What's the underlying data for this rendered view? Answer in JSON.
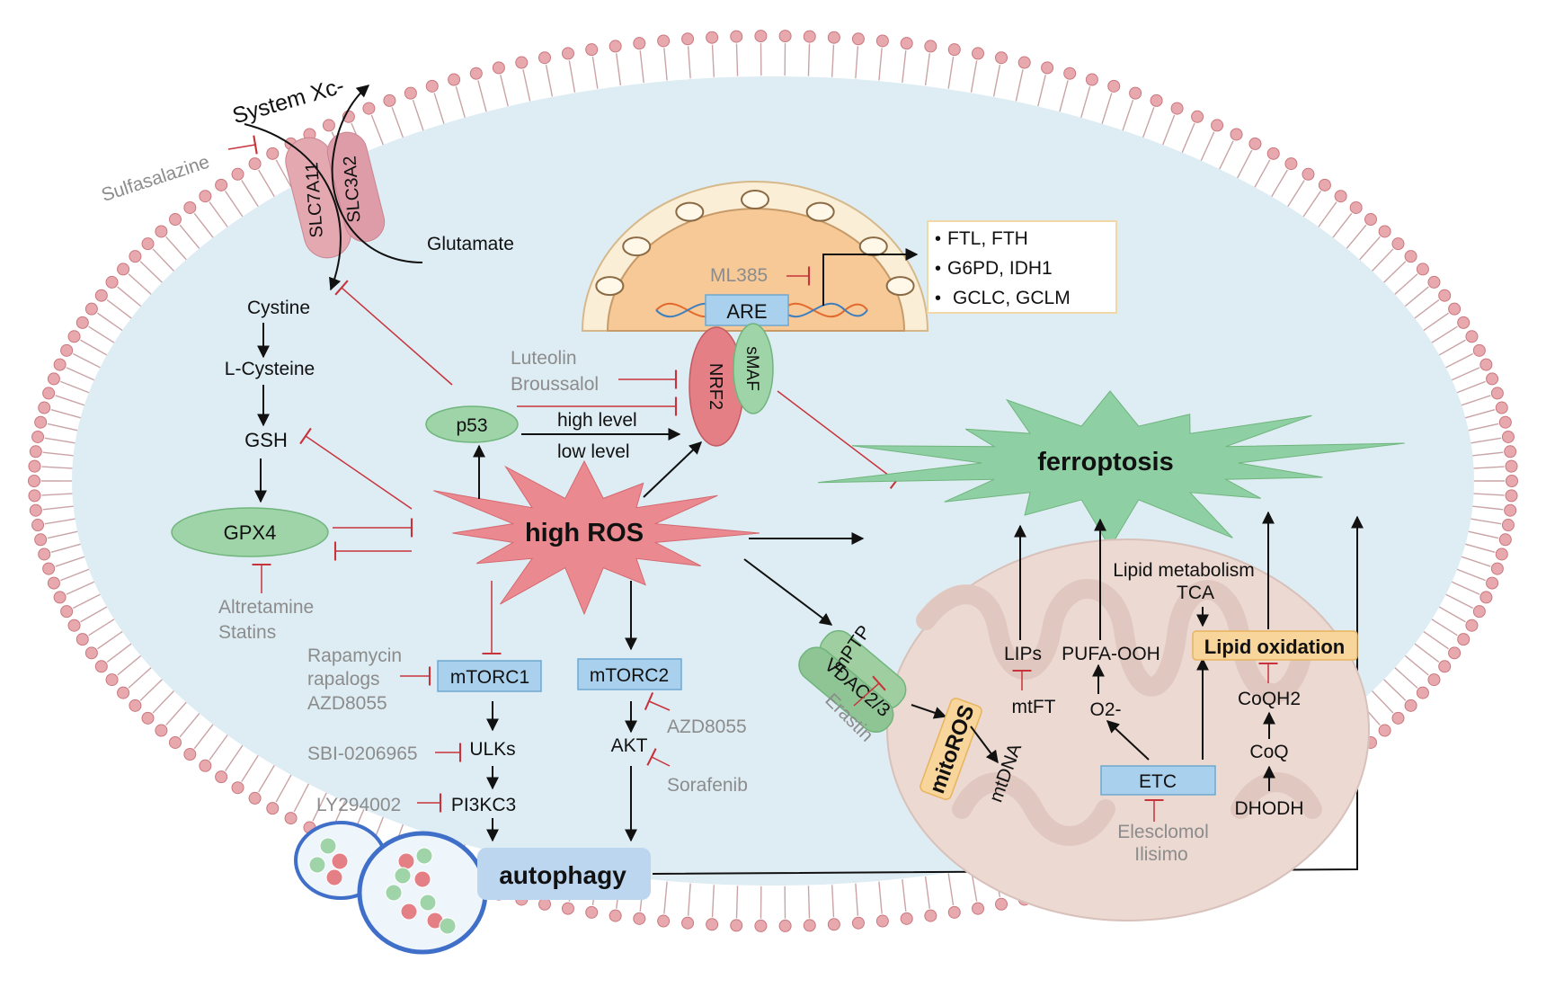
{
  "colors": {
    "cytoplasm": "#deedf4",
    "membrane_head": "#e8a9ae",
    "membrane_head_stroke": "#c9787e",
    "membrane_tail": "#c9a3a6",
    "inhibit": "#c8333b",
    "arrow": "#111111",
    "drug_text": "#8c8c8c",
    "green_node": "#9fd3a8",
    "blue_box": "#a9d0ec",
    "pink_node": "#e57f86",
    "orange_box": "#f8d59a",
    "nucleus_fill": "#fbeed6",
    "nucleus_inner": "#f6c996",
    "mito_fill": "#ecd9d2",
    "ros_star": "#ea8a90",
    "ferro_star": "#8fcfa4"
  },
  "transporter": {
    "title": "System Xc-",
    "subunit_a": "SLC7A11",
    "subunit_b": "SLC3A2",
    "glutamate": "Glutamate",
    "inhibitor": "Sulfasalazine"
  },
  "gsh_pathway": {
    "cystine": "Cystine",
    "cysteine": "L-Cysteine",
    "gsh": "GSH",
    "gpx4": "GPX4",
    "gpx4_inhibitors": [
      "Altretamine",
      "Statins"
    ]
  },
  "nucleus": {
    "ml385": "ML385",
    "are": "ARE",
    "target_genes": [
      "FTL, FTH",
      "G6PD, IDH1",
      "GCLC, GCLM"
    ],
    "bullet": "•"
  },
  "nrf2": {
    "nrf2": "NRF2",
    "smaf": "sMAF",
    "inhibitors": [
      "Luteolin",
      "Broussalol"
    ],
    "p53": "p53",
    "high_level": "high level",
    "low_level": "low level"
  },
  "ros": {
    "center": "high ROS"
  },
  "ferroptosis": {
    "label": "ferroptosis"
  },
  "mtor": {
    "mtorc1": "mTORC1",
    "mtorc2": "mTORC2",
    "mtorc1_inhibitors": [
      "Rapamycin",
      "rapalogs",
      "AZD8055"
    ],
    "mtorc2_inhibitor": "AZD8055",
    "ulks": "ULKs",
    "ulk_inhibitor": "SBI-0206965",
    "pi3kc3": "PI3KC3",
    "pi3k_inhibitor": "LY294002",
    "akt": "AKT",
    "akt_inhibitor": "Sorafenib",
    "autophagy": "autophagy"
  },
  "mito": {
    "mptp": "mPTP",
    "vdac": "VDAC2/3",
    "erastin": "Erastin",
    "mitoros": "mitoROS",
    "mtdna": "mtDNA",
    "mtft": "mtFT",
    "lips": "LIPs",
    "pufa": "PUFA-OOH",
    "o2": "O2-",
    "etc": "ETC",
    "etc_inhibitors": [
      "Elesclomol",
      "Ilisimo"
    ],
    "lipid_metabolism": "Lipid metabolism",
    "tca": "TCA",
    "lipid_oxidation": "Lipid oxidation",
    "coqh2": "CoQH2",
    "coq": "CoQ",
    "dhodh": "DHODH"
  }
}
